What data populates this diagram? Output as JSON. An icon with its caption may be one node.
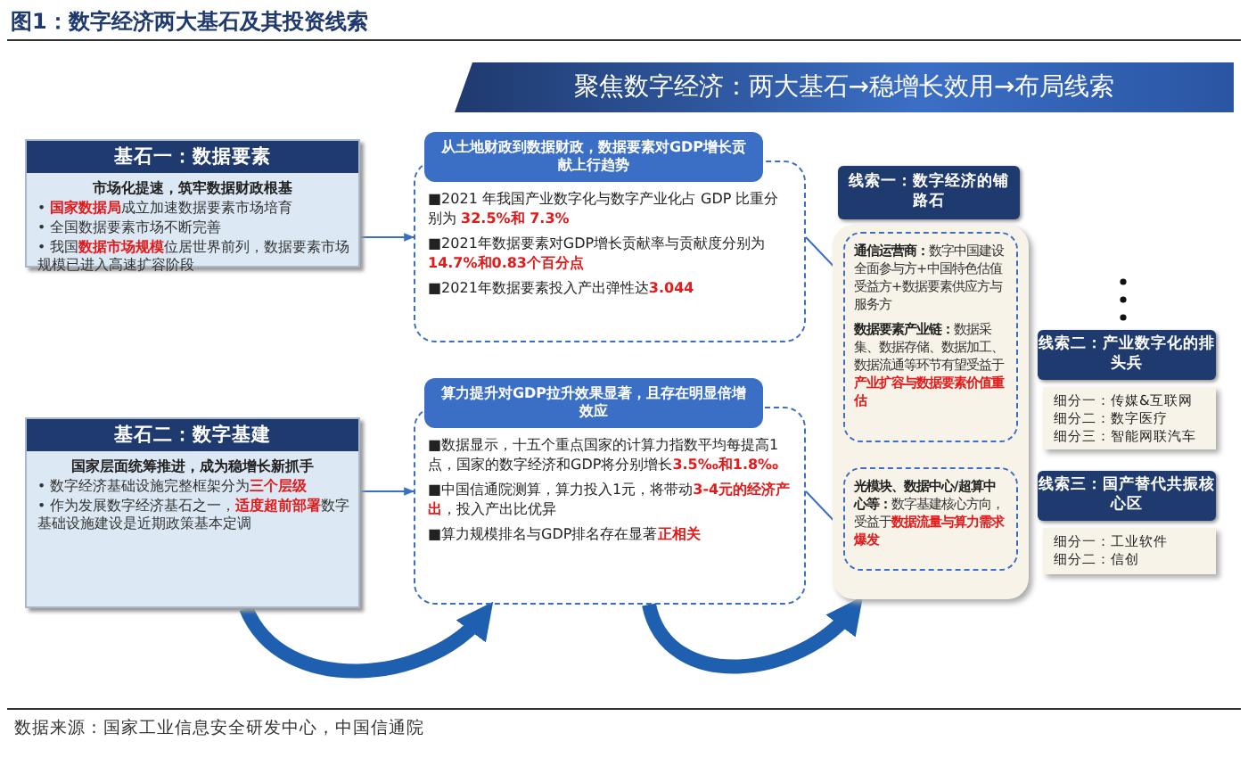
{
  "diagram": {
    "title": "图1：数字经济两大基石及其投资线索",
    "nodes": [
      {
        "text": [
          "聚焦数字经济：两大基石→稳增长效用→布局线索"
        ]
      },
      {
        "text": [
          "基石一：数据要素",
          "市场化提速，筑牢数据财政根基",
          "• **国家数据局**成立加速数据要素市场培育",
          "• 全国数据要素市场不断完善",
          "• 我国**数据市场规模**位居世界前列，数据要素市场规模已进入高速扩容阶段"
        ]
      },
      {
        "text": [
          "基石二：数字基建",
          "国家层面统筹推进，成为稳增长新抓手",
          "• 数字经济基础设施完整框架分为**三个层级**",
          "• 作为发展数字经济基石之一，**适度超前部署**数字基础设施建设是近期政策基本定调"
        ]
      },
      {
        "text": [
          "从土地财政到数据财政，数据要素对GDP增长贡献上行趋势",
          "■2021 年我国产业数字化与数字产业化占 GDP 比重分别为 **32.5%和 7.3%**",
          "■2021年数据要素对GDP增长贡献率与贡献度分别为**14.7%和0.83个百分点**",
          "■2021年数据要素投入产出弹性达**3.044**"
        ]
      },
      {
        "text": [
          "算力提升对GDP拉升效果显著，且存在明显倍增效应",
          "■数据显示，十五个重点国家的计算力指数平均每提高1点，国家的数字经济和GDP将分别增长**3.5‰和1.8‰**",
          "■中国信通院测算，算力投入1元，将带动**3-4元的经济产出**，投入产出比优异",
          "■算力规模排名与GDP排名存在显著**正相关**"
        ]
      },
      {
        "text": [
          "线索一：数字经济的铺路石"
        ]
      },
      {
        "text": [],
        "shape": "box"
      },
      {
        "text": [
          "**通信运营商：**数字中国建设全面参与方+中国特色估值受益方+数据要素供应方与服务方",
          "**数据要素产业链：**数据采集、数据存储、数据加工、数据流通等环节有望受益于**产业扩容与数据要素价值重估**"
        ],
        "in": 6
      },
      {
        "text": [
          "**光模块、数据中心/超算中心等：**数字基建核心方向，受益于**数据流量与算力需求爆发**"
        ],
        "in": 6
      },
      {
        "text": [
          "线索二：产业数字化的排头兵",
          "细分一：传媒&互联网",
          "细分二：数字医疗",
          "细分三：智能网联汽车"
        ]
      },
      {
        "text": [
          "线索三：国产替代共振核心区",
          "细分一：工业软件",
          "细分二：信创"
        ]
      }
    ],
    "edges": [
      {
        "from": 1,
        "to": 3,
        "arrow": "to"
      },
      {
        "from": 2,
        "to": 4,
        "arrow": "to"
      },
      {
        "from": 3,
        "to": 7,
        "arrow": "to"
      },
      {
        "from": 4,
        "to": 8,
        "arrow": "to"
      },
      {
        "from": 2,
        "to": 4,
        "arrow": "to",
        "style": "thick"
      },
      {
        "from": 4,
        "to": 6,
        "arrow": "to",
        "style": "thick"
      }
    ],
    "labels": [
      "数据来源：国家工业信息安全研发中心，中国信通院"
    ]
  }
}
